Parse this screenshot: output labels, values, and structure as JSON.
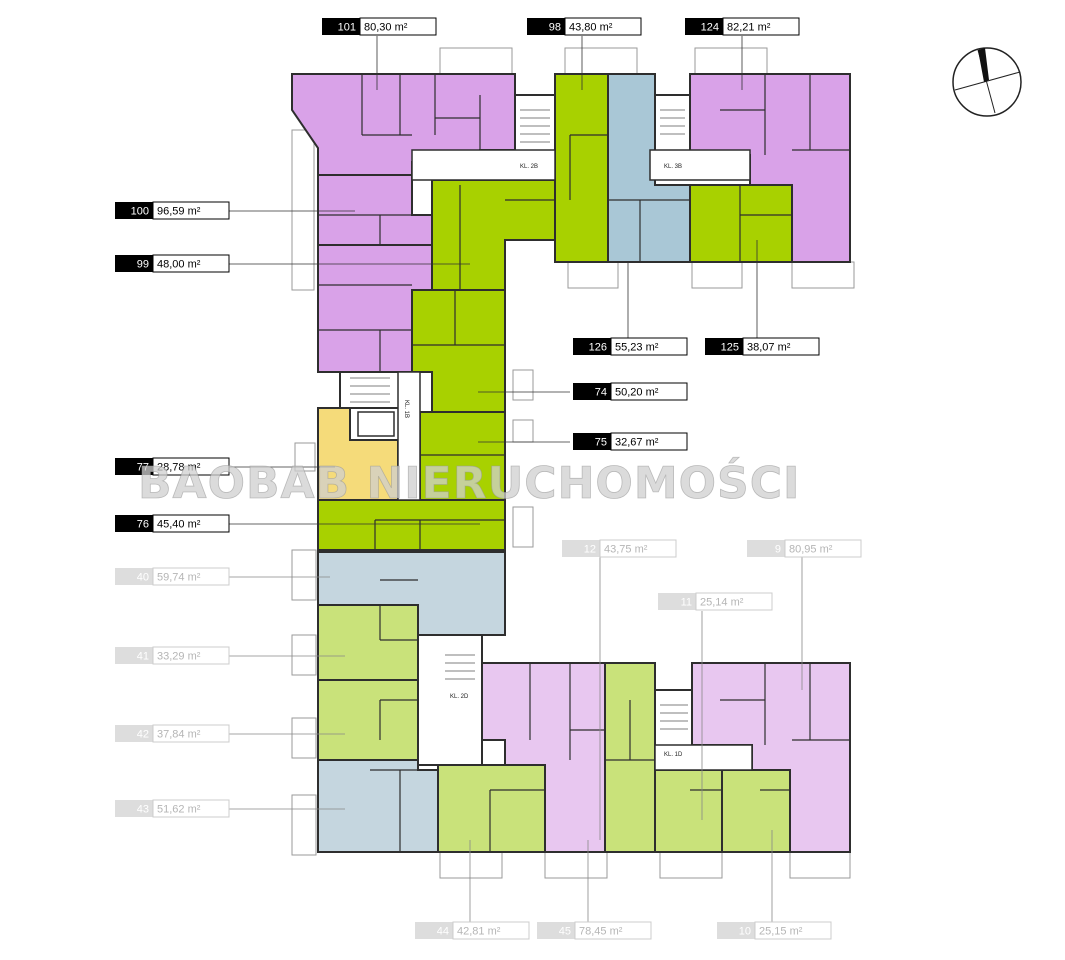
{
  "colors": {
    "purple": "#d9a2e8",
    "purple_light": "#e8c7f0",
    "green": "#a8d100",
    "green_light": "#c9e27a",
    "blue": "#a9c7d6",
    "blue_light": "#c5d6df",
    "yellow": "#f5db7a",
    "wall": "#2e2e2e",
    "label_dark": "#000000",
    "label_light": "#dddddd",
    "watermark": "#bdbdbd"
  },
  "watermark": "BAOBAB NIERUCHOMOŚCI",
  "stairs": [
    "KL. 2B",
    "KL. 3B",
    "KL. 1B",
    "KL. 2D",
    "KL. 1D"
  ],
  "units": [
    {
      "id": "101",
      "area": "80,30 m²",
      "style": "dark"
    },
    {
      "id": "98",
      "area": "43,80 m²",
      "style": "dark"
    },
    {
      "id": "124",
      "area": "82,21 m²",
      "style": "dark"
    },
    {
      "id": "100",
      "area": "96,59 m²",
      "style": "dark"
    },
    {
      "id": "99",
      "area": "48,00 m²",
      "style": "dark"
    },
    {
      "id": "126",
      "area": "55,23 m²",
      "style": "dark"
    },
    {
      "id": "125",
      "area": "38,07 m²",
      "style": "dark"
    },
    {
      "id": "74",
      "area": "50,20 m²",
      "style": "dark"
    },
    {
      "id": "75",
      "area": "32,67 m²",
      "style": "dark"
    },
    {
      "id": "77",
      "area": "28,78 m²",
      "style": "dark"
    },
    {
      "id": "76",
      "area": "45,40 m²",
      "style": "dark"
    },
    {
      "id": "12",
      "area": "43,75 m²",
      "style": "light"
    },
    {
      "id": "9",
      "area": "80,95 m²",
      "style": "light"
    },
    {
      "id": "40",
      "area": "59,74 m²",
      "style": "light"
    },
    {
      "id": "11",
      "area": "25,14 m²",
      "style": "light"
    },
    {
      "id": "41",
      "area": "33,29 m²",
      "style": "light"
    },
    {
      "id": "42",
      "area": "37,84 m²",
      "style": "light"
    },
    {
      "id": "43",
      "area": "51,62 m²",
      "style": "light"
    },
    {
      "id": "44",
      "area": "42,81 m²",
      "style": "light"
    },
    {
      "id": "45",
      "area": "78,45 m²",
      "style": "light"
    },
    {
      "id": "10",
      "area": "25,15 m²",
      "style": "light"
    }
  ]
}
